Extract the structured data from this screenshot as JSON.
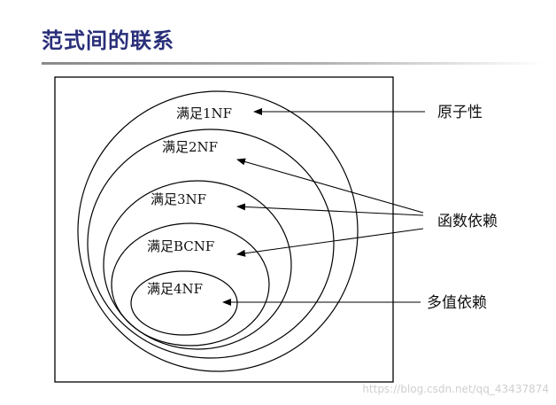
{
  "title": "范式间的联系",
  "diagram": {
    "levels": [
      {
        "label": "满足1NF"
      },
      {
        "label": "满足2NF"
      },
      {
        "label": "满足3NF"
      },
      {
        "label": "满足BCNF"
      },
      {
        "label": "满足4NF"
      }
    ],
    "annotations": {
      "atomic": "原子性",
      "functional_dependency": "函数依赖",
      "multivalued_dependency": "多值依赖"
    }
  },
  "watermark": "https://blog.csdn.net/qq_43437874"
}
